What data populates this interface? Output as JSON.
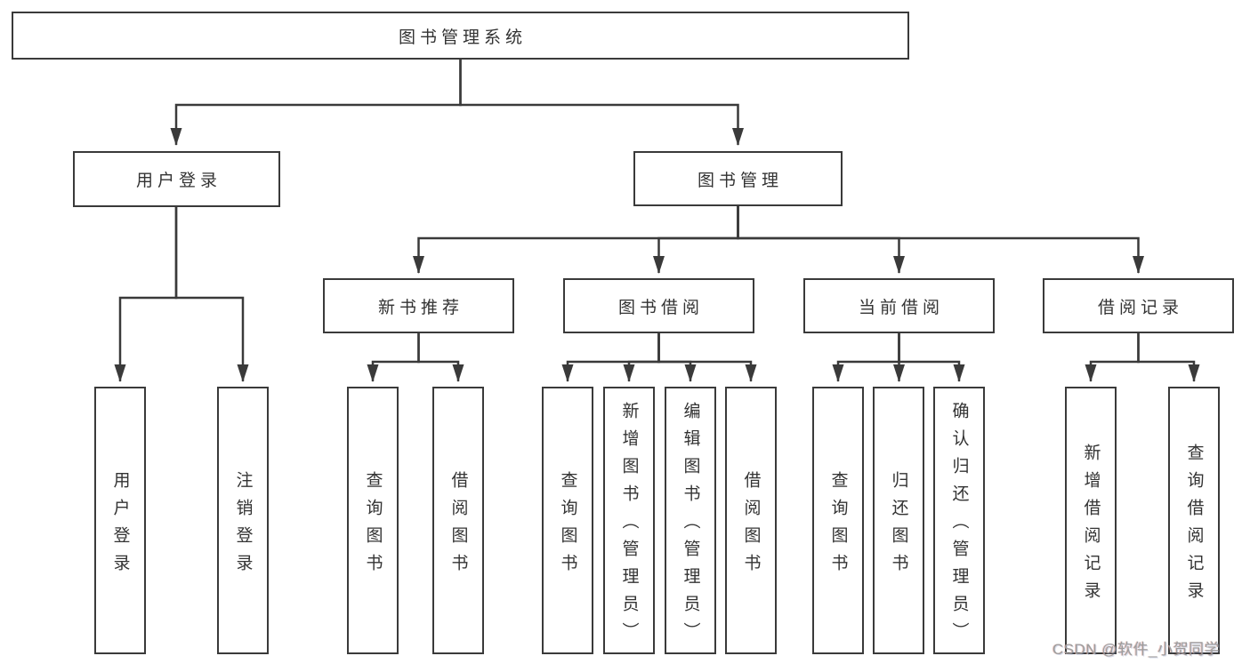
{
  "diagram": {
    "title": "图书管理系统",
    "branches": {
      "user_login": {
        "label": "用户登录",
        "children": {
          "login": "用户登录",
          "logout": "注销登录"
        }
      },
      "book_mgmt": {
        "label": "图书管理",
        "sections": {
          "new_book_rec": {
            "label": "新书推荐",
            "children": {
              "query_book": "查询图书",
              "borrow_book": "借阅图书"
            }
          },
          "book_borrow": {
            "label": "图书借阅",
            "children": {
              "query_book": "查询图书",
              "add_book": "新增图书（管理员）",
              "edit_book": "编辑图书（管理员）",
              "borrow_book": "借阅图书"
            }
          },
          "current_borrow": {
            "label": "当前借阅",
            "children": {
              "query_book": "查询图书",
              "return_book": "归还图书",
              "confirm_return": "确认归还（管理员）"
            }
          },
          "borrow_record": {
            "label": "借阅记录",
            "children": {
              "add_record": "新增借阅记录",
              "query_record": "查询借阅记录"
            }
          }
        }
      }
    }
  },
  "watermark": "CSDN @软件_小贺同学",
  "colors": {
    "line": "#3a3a3a",
    "box_border": "#3a3a3a",
    "text": "#333333",
    "watermark": "#9d9d9d",
    "background": "#ffffff"
  }
}
